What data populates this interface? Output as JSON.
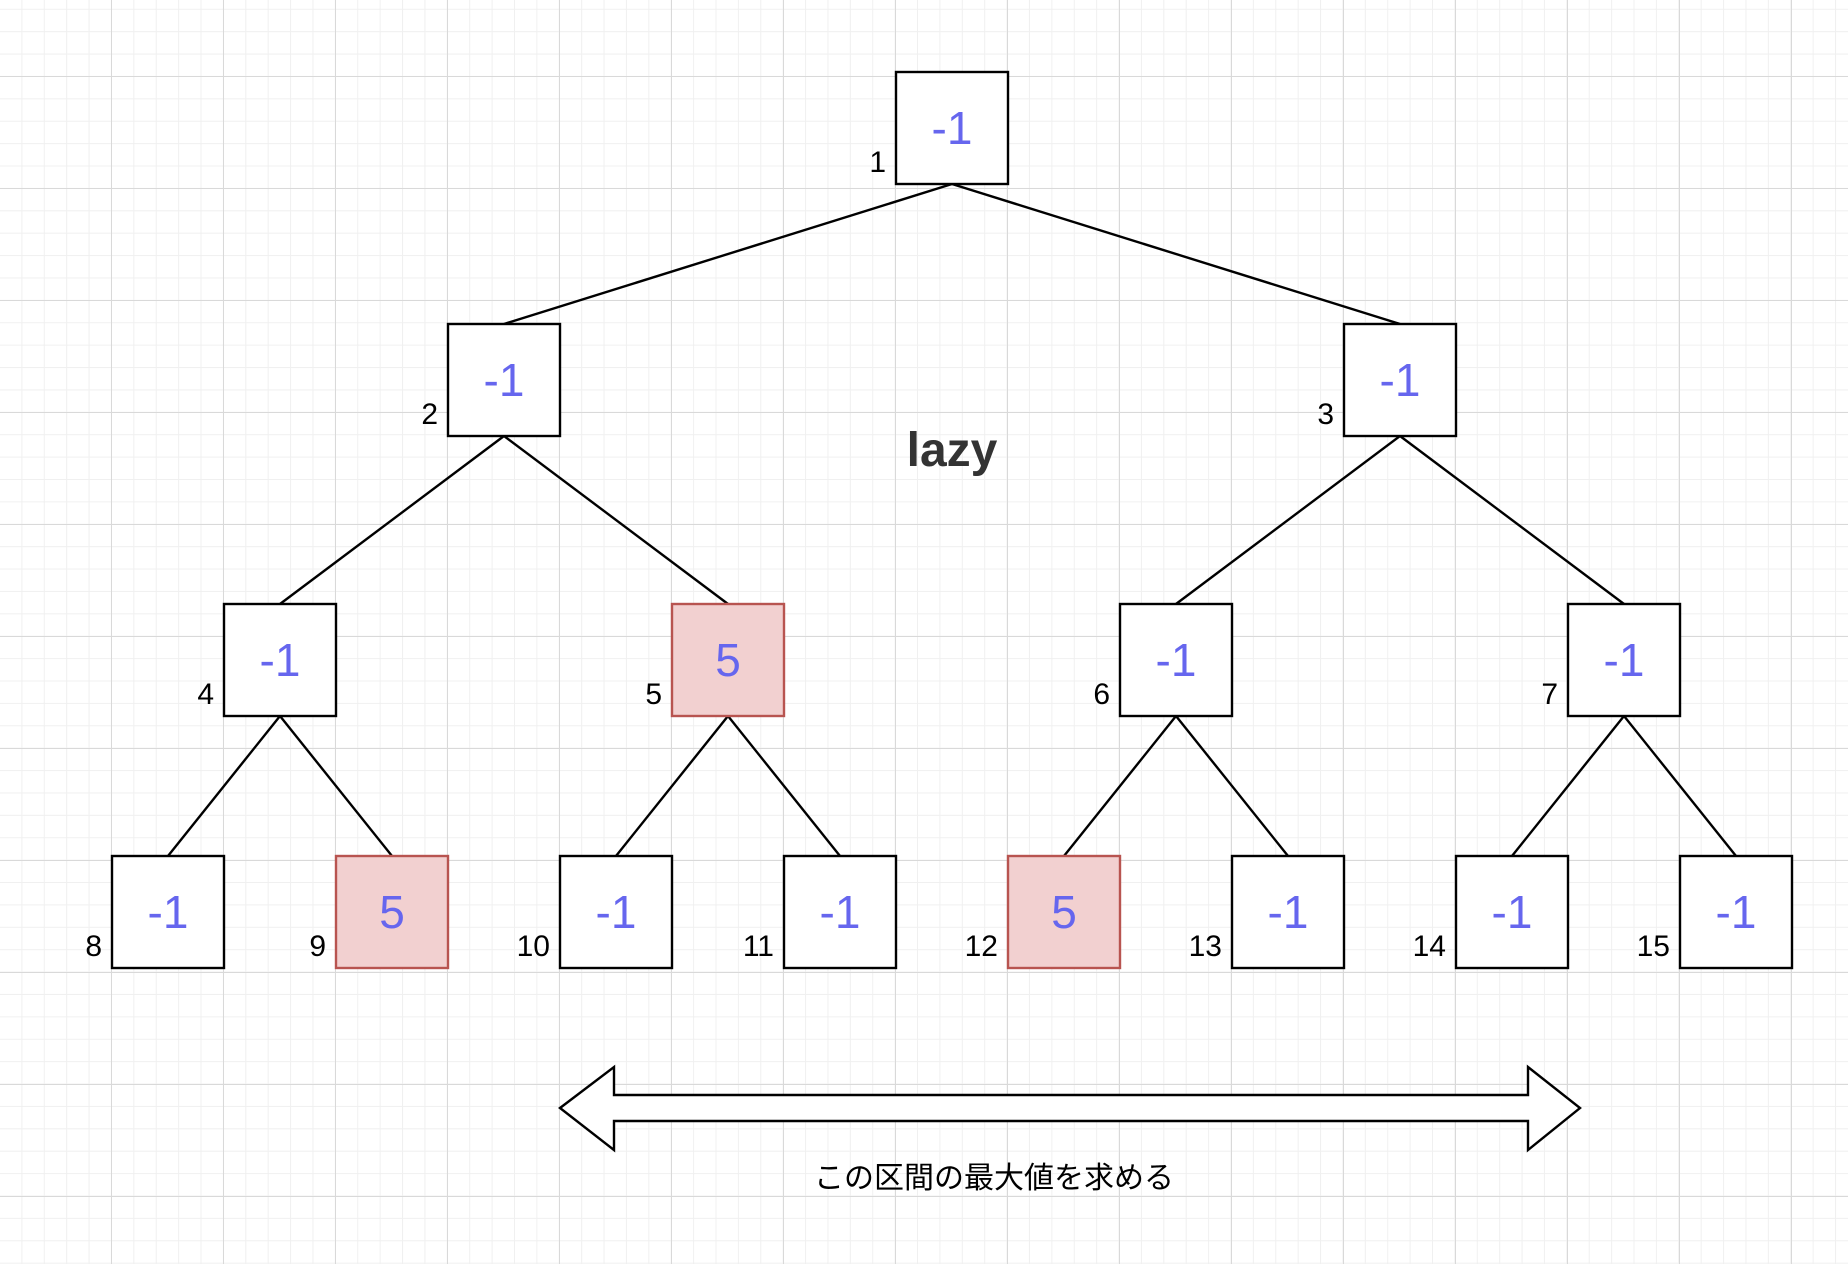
{
  "title": "lazy",
  "caption": "この区間の最大値を求める",
  "colors": {
    "value_text": "#6666ee",
    "title_text": "#333333",
    "box_stroke": "#000000",
    "box_fill": "#ffffff",
    "highlight_fill": "#f2d0d0",
    "highlight_stroke": "#b85450"
  },
  "nodes": [
    {
      "index": "1",
      "value": "-1",
      "highlighted": false
    },
    {
      "index": "2",
      "value": "-1",
      "highlighted": false
    },
    {
      "index": "3",
      "value": "-1",
      "highlighted": false
    },
    {
      "index": "4",
      "value": "-1",
      "highlighted": false
    },
    {
      "index": "5",
      "value": "5",
      "highlighted": true
    },
    {
      "index": "6",
      "value": "-1",
      "highlighted": false
    },
    {
      "index": "7",
      "value": "-1",
      "highlighted": false
    },
    {
      "index": "8",
      "value": "-1",
      "highlighted": false
    },
    {
      "index": "9",
      "value": "5",
      "highlighted": true
    },
    {
      "index": "10",
      "value": "-1",
      "highlighted": false
    },
    {
      "index": "11",
      "value": "-1",
      "highlighted": false
    },
    {
      "index": "12",
      "value": "5",
      "highlighted": true
    },
    {
      "index": "13",
      "value": "-1",
      "highlighted": false
    },
    {
      "index": "14",
      "value": "-1",
      "highlighted": false
    },
    {
      "index": "15",
      "value": "-1",
      "highlighted": false
    }
  ],
  "range_arrow": {
    "from_node": "10",
    "to_node": "14"
  }
}
